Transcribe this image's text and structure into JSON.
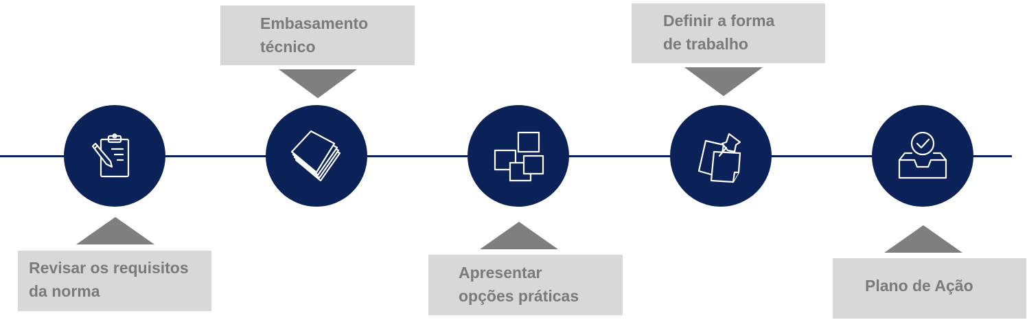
{
  "steps": [
    {
      "icon": "clipboard-pencil-icon",
      "lines": [
        "Revisar os requisitos",
        "da norma"
      ]
    },
    {
      "icon": "paper-stack-icon",
      "lines": [
        "Embasamento",
        "técnico"
      ]
    },
    {
      "icon": "sticky-notes-icon",
      "lines": [
        "Apresentar",
        "opções práticas"
      ]
    },
    {
      "icon": "pinned-note-icon",
      "lines": [
        "Definir a forma",
        "de trabalho"
      ]
    },
    {
      "icon": "inbox-check-icon",
      "lines": [
        "Plano de Ação"
      ]
    }
  ],
  "colors": {
    "circle": "#0b2259",
    "line": "#0b2259",
    "label_box": "#d8d8d8",
    "label_text": "#7a7a7a",
    "pointer": "#7f7f7f"
  }
}
